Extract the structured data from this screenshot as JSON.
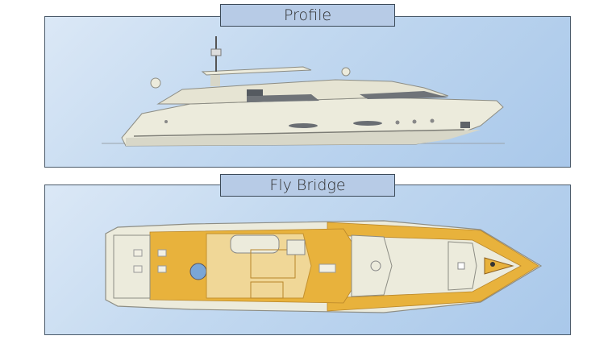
{
  "sections": {
    "profile": {
      "label": "Profile"
    },
    "fly_bridge": {
      "label": "Fly Bridge"
    }
  },
  "colors": {
    "panel_bg": "#c3d9f0",
    "label_bg": "#b7cbe6",
    "hull": "#ecebdc",
    "deck_teak": "#e8b23c",
    "deck_shade": "#d69f2c"
  },
  "icons": {
    "profile_drawing": "yacht-side-view-drawing",
    "fly_bridge_drawing": "yacht-top-view-deck-plan"
  }
}
